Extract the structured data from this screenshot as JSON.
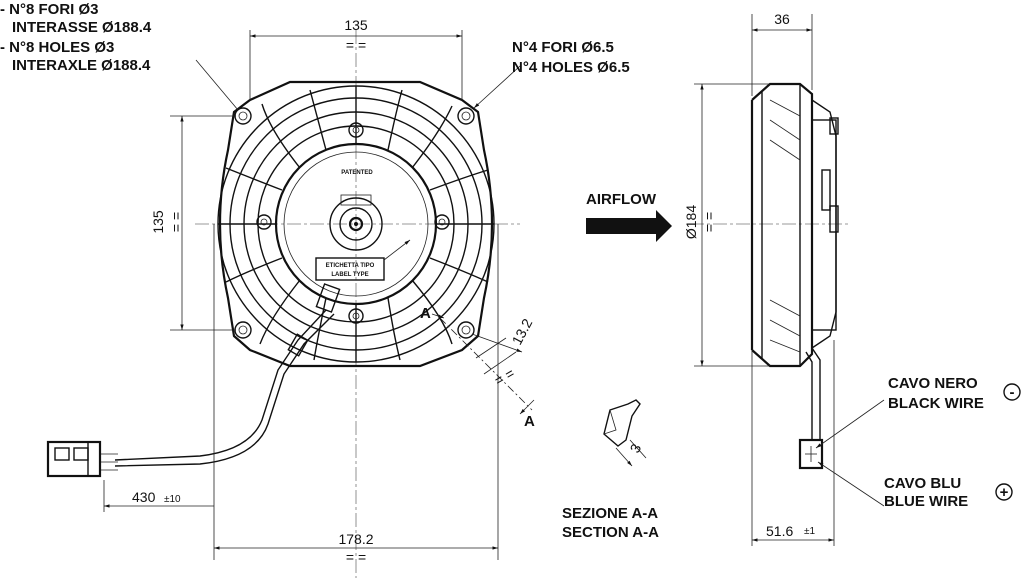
{
  "notes": {
    "holes_small_it": "- N°8 FORI Ø3",
    "interaxle_it": "INTERASSE Ø188.4",
    "holes_small_en": "- N°8 HOLES Ø3",
    "interaxle_en": "INTERAXLE Ø188.4",
    "holes_large_it": "N°4 FORI Ø6.5",
    "holes_large_en": "N°4 HOLES Ø6.5",
    "airflow": "AIRFLOW",
    "section_it": "SEZIONE A-A",
    "section_en": "SECTION A-A",
    "black_wire_it": "CAVO NERO",
    "black_wire_en": "BLACK WIRE",
    "blue_wire_it": "CAVO BLU",
    "blue_wire_en": "BLUE WIRE",
    "negative_symbol": "-",
    "positive_symbol": "+"
  },
  "fan_labels": {
    "patented": "PATENTED",
    "label_type_it": "ETICHETTA TIPO",
    "label_type_en": "LABEL TYPE",
    "section_mark": "A",
    "section_mark_arrow": "A"
  },
  "dimensions": {
    "top_width": "135",
    "left_height": "135",
    "equal_mark": "= =",
    "depth": "36",
    "diameter": "Ø184",
    "rib": "13.2",
    "section_thickness": "3",
    "cable_length": "430",
    "cable_tolerance": "±10",
    "overall_width": "178.2",
    "overall_depth": "51.6",
    "depth_tolerance": "±1"
  }
}
